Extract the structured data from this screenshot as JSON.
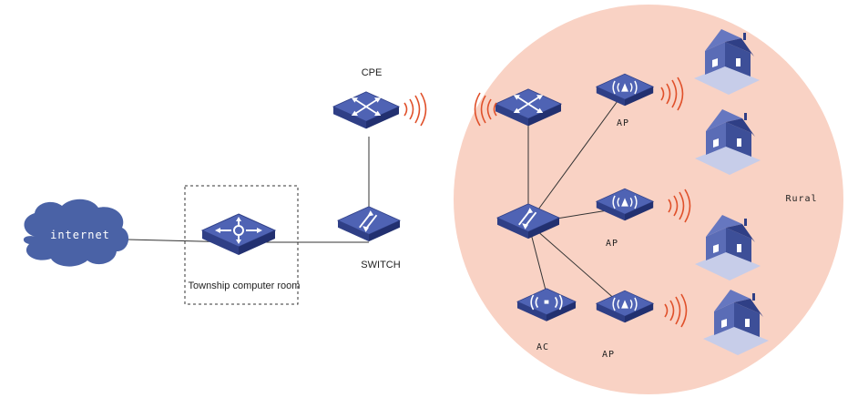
{
  "diagram": {
    "cloud_label": "internet",
    "township_label": "Township computer room",
    "cpe_label": "CPE",
    "switch_label": "SWITCH",
    "rural_label": "Rural",
    "ap_label": "AP",
    "ac_label": "AC"
  },
  "colors": {
    "cloud": "#4a62a6",
    "device_top": "#4f63b4",
    "device_side": "#2a3a7a",
    "rural_circle": "#f9d2c4",
    "signal": "#e0502a",
    "house": "#4a5ca8",
    "line": "#333333"
  }
}
